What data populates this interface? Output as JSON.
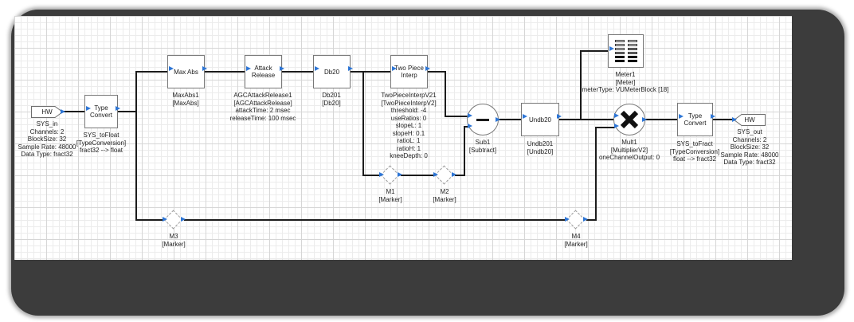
{
  "colors": {
    "wire": "#1c1c1c",
    "block_border": "#787878",
    "port_blue": "#2e76d6",
    "frame": "#3c3c3c",
    "grid_minor": "#ececec",
    "grid_major": "#d6d6d6"
  },
  "blocks": {
    "sys_in": {
      "name": "HW",
      "sub": "SYS_in\nChannels: 2\nBlockSize: 32\nSample Rate: 48000\nData Type: fract32"
    },
    "sys_to_float": {
      "name": "Type\nConvert",
      "sub": "SYS_toFloat\n[TypeConversion]\nfract32 --> float"
    },
    "max_abs": {
      "name": "Max Abs",
      "sub": "MaxAbs1\n[MaxAbs]"
    },
    "attack_release": {
      "name": "Attack\nRelease",
      "sub": "AGCAttackRelease1\n[AGCAttackRelease]\nattackTime: 2 msec\nreleaseTime: 100 msec"
    },
    "db20": {
      "name": "Db20",
      "sub": "Db201\n[Db20]"
    },
    "two_piece_interp": {
      "name": "Two Piece\nInterp",
      "sub": "TwoPieceInterpV21\n[TwoPieceInterpV2]\nthreshold: -4\nuseRatios: 0\nslopeL: 1\nslopeH: 0.1\nratioL: 1\nratioH: 1\nkneeDepth: 0"
    },
    "sub1": {
      "glyph": "minus",
      "sub": "Sub1\n[Subtract]"
    },
    "undb20": {
      "name": "Undb20",
      "sub": "Undb201\n[Undb20]"
    },
    "meter": {
      "sub": "Meter1\n[Meter]\nmeterType: VUMeterBlock [18]"
    },
    "mult1": {
      "glyph": "multiply",
      "sub": "Mult1\n[MultiplierV2]\noneChannelOutput: 0"
    },
    "sys_to_fract": {
      "name": "Type\nConvert",
      "sub": "SYS_toFract\n[TypeConversion]\nfloat --> fract32"
    },
    "sys_out": {
      "name": "HW",
      "sub": "SYS_out\nChannels: 2\nBlockSize: 32\nSample Rate: 48000\nData Type: fract32"
    },
    "m1": {
      "sub": "M1\n[Marker]"
    },
    "m2": {
      "sub": "M2\n[Marker]"
    },
    "m3": {
      "sub": "M3\n[Marker]"
    },
    "m4": {
      "sub": "M4\n[Marker]"
    }
  }
}
